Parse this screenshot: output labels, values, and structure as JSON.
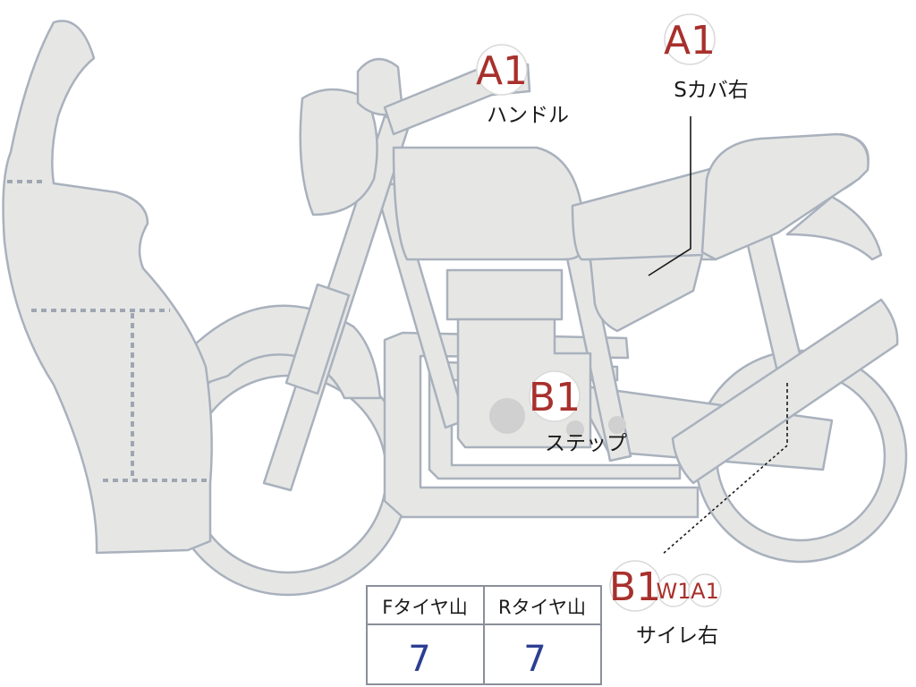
{
  "annotations": {
    "handle": {
      "grades": [
        "A1"
      ],
      "label": "ハンドル"
    },
    "side_cover_right": {
      "grades": [
        "A1"
      ],
      "label": "Sカバ右"
    },
    "step": {
      "grades": [
        "B1"
      ],
      "label": "ステップ"
    },
    "muffler_right": {
      "grades": [
        "B1",
        "W1",
        "A1"
      ],
      "label": "サイレ右"
    }
  },
  "tire_table": {
    "headers": [
      "Fタイヤ山",
      "Rタイヤ山"
    ],
    "values": [
      "7",
      "7"
    ]
  },
  "colors": {
    "body_fill": "#e6e7e5",
    "body_stroke": "#a9b1bd",
    "grade_text": "#a8302c",
    "table_value": "#2b3f93",
    "table_border": "#8a8f99"
  }
}
